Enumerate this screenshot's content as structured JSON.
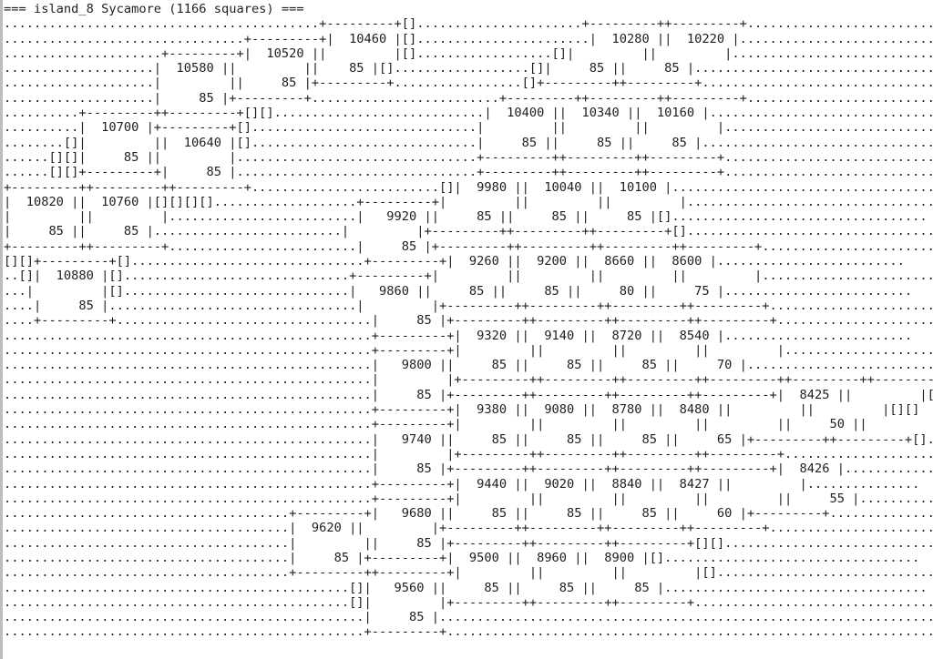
{
  "colors": {
    "background": "#ffffff",
    "text": "#1e1e1e",
    "gutter": "#bdbdbd"
  },
  "terminal": {
    "lines": [
      "=== island_8 Sycamore (1166 squares) ===",
      "..........................................+---------+[]......................+---------++---------+......................................",
      "................................+---------+|  10460 |[].......................|  10280 ||  10220 |......................................",
      ".....................+---------+|  10520 ||         |[]..................[]|         ||         |......................................",
      "....................|  10580 ||         ||    85 |[]..................[]|     85 ||     85 |......................................",
      "....................|         ||     85 |+---------+.................[]+---------++---------+......................................",
      "....................|     85 |+---------+.........................+---------++---------++---------+...................................",
      "..........+---------++---------+[][]............................|  10400 ||  10340 ||  10160 |...................................",
      "..........|  10700 |+---------+[]..............................|         ||         ||         |...................................",
      "........[]|         ||  10640 |[]..............................|     85 ||     85 ||     85 |...................................",
      "......[][]|     85 ||         |................................+---------++---------++---------+...................................",
      "......[][]+---------+|     85 |................................+---------++---------++---------+...................................",
      "+---------++---------++---------+.........................[]|  9980 ||  10040 ||  10100 |...................................",
      "|  10820 ||  10760 |[][][][]...................+---------+|         ||         ||         |...................................",
      "|         ||         |.........................|   9920 ||     85 ||     85 ||     85 |[]..................................",
      "|     85 ||     85 |.........................|         |+---------++---------++---------+[]..................................",
      "+---------++---------+.........................|     85 |+---------++---------++---------++---------+.........................",
      "[][]+---------+[]...............................+---------+|  9260 ||  9200 ||  8660 ||  8600 |.........................",
      "..[]|  10880 |[]..............................+---------+|         ||         ||         ||         |.........................",
      "...|         |[]..............................|   9860 ||     85 ||     85 ||     80 ||     75 |.........................",
      "....|     85 |.................................|         |+---------++---------++---------++---------+.........................",
      "....+---------+..................................|     85 |+---------++---------++---------++---------+.........................",
      ".................................................+---------+|  9320 ||  9140 ||  8720 ||  8540 |.........................",
      ".................................................+---------+|         ||         ||         ||         |.........................",
      ".................................................|   9800 ||     85 ||     85 ||     85 ||     70 |.........................",
      ".................................................|         |+---------++---------++---------++---------++---------++---------+.......",
      ".................................................|     85 |+---------++---------++---------++---------+|  8425 ||         |[]..",
      ".................................................+---------+|  9380 ||  9080 ||  8780 ||  8480 ||         ||         |[][]",
      ".................................................+---------+|         ||         ||         ||         ||     50 ||         |[][]",
      ".................................................|   9740 ||     85 ||     85 ||     85 ||     65 |+---------++---------+[]..",
      ".................................................|         |+---------++---------++---------++---------+.........................",
      ".................................................|     85 |+---------++---------++---------++---------+|  8426 |...............",
      ".................................................+---------+|  9440 ||  9020 ||  8840 ||  8427 ||         |...............",
      ".................................................+---------+|         ||         ||         ||         ||     55 |...............",
      "......................................+---------+|   9680 ||     85 ||     85 ||     85 ||     60 |+---------+...............",
      "......................................|  9620 ||         |+---------++---------++---------++---------+.........................",
      "......................................|         ||     85 |+---------++---------++---------+[][].............................",
      "......................................|     85 |+---------+|  9500 ||  8960 ||  8900 |[]..................................",
      "......................................+---------++---------+|         ||         ||         |[]..................................",
      "..............................................[]|   9560 ||     85 ||     85 ||     85 |...................................",
      "..............................................[]|         |+---------++---------++---------+...................................",
      "................................................|     85 |...........................................................................",
      "................................................+---------+..........................................................................."
    ]
  }
}
